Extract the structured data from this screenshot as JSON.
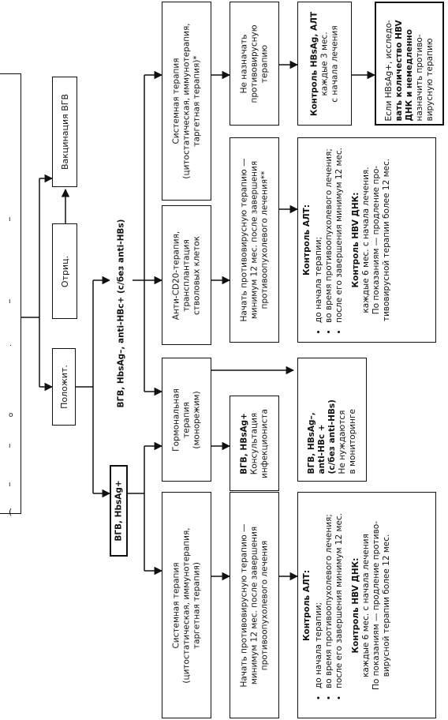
{
  "screening": {
    "fragments": [
      "(",
      "ı",
      "ı",
      "o",
      ".",
      "ı",
      "ı"
    ]
  },
  "positive": "Положит.",
  "negative": "Отриц.",
  "vaccination": "Вакцинация ВГВ",
  "hbsag_pos": "ВГВ, HbsAg+",
  "hbsag_neg_hbc_pos": "ВГВ, HbsAg–, anti-HBc+ (с/без anti-HBs)",
  "systemic_left": [
    "Системная терапия",
    "(цитостатическая, иммунотерапия,",
    "таргетная терапия)"
  ],
  "hormonal": [
    "Гормональная",
    "терапия",
    "(монорежим)"
  ],
  "anti_cd20": [
    "Анти-CD20-терапия,",
    "трансплантация",
    "стволовых клеток"
  ],
  "systemic_right": [
    "Системная терапия",
    "(цитостатическая, иммунотерапия,",
    "таргетная терапия)*"
  ],
  "start_av_left": [
    "Начать противовирусную терапию —",
    "минимум 12 мес. после завершения",
    "противоопухолевого лечения"
  ],
  "consult": {
    "title": "ВГВ, HBsAg+",
    "lines": [
      "Консультация",
      "инфекциониста"
    ]
  },
  "start_av_right": [
    "Начать противовирусную терапию —",
    "минимум 12 мес. после завершения",
    "противоопухолевого лечения**"
  ],
  "no_av": [
    "Не назначать",
    "противовирусную",
    "терапию"
  ],
  "alt_left": {
    "title": "Контроль АЛТ:",
    "items": [
      "до начала терапии;",
      "во время противоопухолевого лечения;",
      "после его завершения минимум 12 мес."
    ],
    "hbv_title": "Контроль HBV ДНК:",
    "hbv_lines": [
      "каждые 6 мес. с начала лечения",
      "По показаниям — продление противо-",
      "вирусной терапии более 12 мес."
    ]
  },
  "no_monitor": {
    "lines": [
      "ВГВ, HBsAg–,",
      "anti-HBc +",
      "(с/без anti-HBs)"
    ],
    "note": [
      "Не нуждаются",
      "в мониторинге"
    ]
  },
  "alt_right": {
    "title": "Контроль АЛТ:",
    "items": [
      "до начала терапии;",
      "во время противоопухолевого лечения;",
      "после его завершения минимум 12 мес."
    ],
    "hbv_title": "Контроль HBV ДНК:",
    "hbv_lines": [
      "каждые 6 мес. с начала лечения.",
      "По показаниям — продление про-",
      "тивовирусной терапии более 12 мес."
    ]
  },
  "control_hbsag": {
    "title": "Контроль HBsAg, АЛТ",
    "lines": [
      "каждые 3 мес.",
      "с начала лечения"
    ]
  },
  "if_positive": {
    "lines": [
      "Если HBsAg+, исследо-",
      "вать количество HBV",
      "ДНК и немедленно",
      "назначить противо-",
      "вирусную терапию"
    ]
  }
}
